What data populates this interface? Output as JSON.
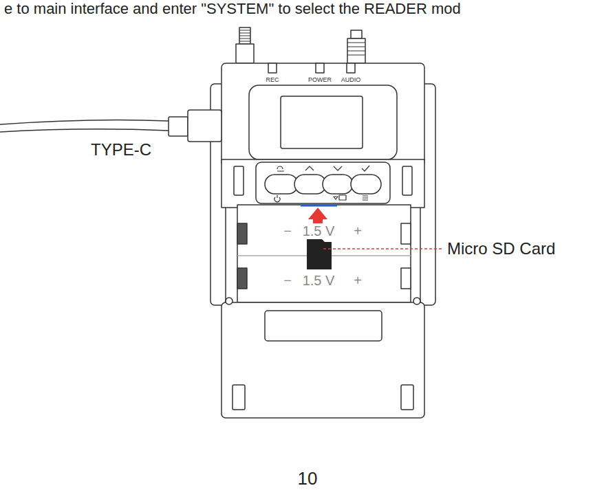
{
  "diagram": {
    "labels": [
      "e to main interface and enter \"SYSTEM\" to select the READER mod",
      "REC",
      "POWER",
      "AUDIO",
      "TYPE-C",
      "−",
      "1.5 V",
      "+",
      "−",
      "1.5 V",
      "+",
      "Micro SD Card",
      "10"
    ]
  }
}
